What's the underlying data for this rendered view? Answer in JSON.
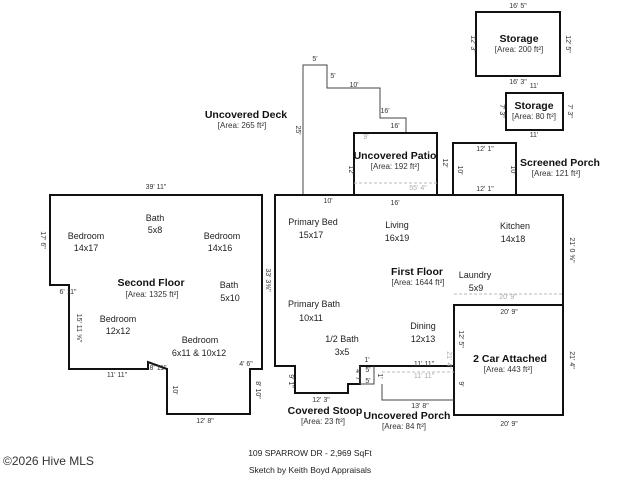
{
  "areas": {
    "storage_200": {
      "title": "Storage",
      "area": "[Area: 200 ft²]"
    },
    "storage_80": {
      "title": "Storage",
      "area": "[Area: 80 ft²]"
    },
    "uncovered_deck": {
      "title": "Uncovered Deck",
      "area": "[Area: 265 ft²]"
    },
    "uncovered_patio": {
      "title": "Uncovered Patio",
      "area": "[Area: 192 ft²]"
    },
    "screened_porch": {
      "title": "Screened Porch",
      "area": "[Area: 121 ft²]"
    },
    "second_floor": {
      "title": "Second Floor",
      "area": "[Area: 1325 ft²]"
    },
    "first_floor": {
      "title": "First Floor",
      "area": "[Area: 1644 ft²]"
    },
    "garage": {
      "title": "2 Car Attached",
      "area": "[Area: 443 ft²]"
    },
    "covered_stoop": {
      "title": "Covered Stoop",
      "area": "[Area: 23 ft²]"
    },
    "uncovered_porch": {
      "title": "Uncovered Porch",
      "area": "[Area: 84 ft²]"
    }
  },
  "rooms": {
    "sf_bath_top": {
      "name": "Bath",
      "size": "5x8"
    },
    "sf_bedroom_1": {
      "name": "Bedroom",
      "size": "14x17"
    },
    "sf_bedroom_2": {
      "name": "Bedroom",
      "size": "14x16"
    },
    "sf_bath_right": {
      "name": "Bath",
      "size": "5x10"
    },
    "sf_bedroom_3": {
      "name": "Bedroom",
      "size": "12x12"
    },
    "sf_bedroom_4": {
      "name": "Bedroom",
      "size": "6x11 & 10x12"
    },
    "primary_bed": {
      "name": "Primary Bed",
      "size": "15x17"
    },
    "living": {
      "name": "Living",
      "size": "16x19"
    },
    "kitchen": {
      "name": "Kitchen",
      "size": "14x18"
    },
    "laundry": {
      "name": "Laundry",
      "size": "5x9"
    },
    "primary_bath": {
      "name": "Primary Bath",
      "size": "10x11"
    },
    "half_bath": {
      "name": "1/2 Bath",
      "size": "3x5"
    },
    "dining": {
      "name": "Dining",
      "size": "12x13"
    }
  },
  "dimensions": {
    "storage_top": "16' 5\"",
    "storage_left": "12' 3\"",
    "storage_right": "12' 5\"",
    "storage_bottom": "16' 3\"",
    "storage2_top": "11'",
    "storage2_left": "7' 3\"",
    "storage2_right": "7' 3\"",
    "storage2_bottom": "11'",
    "deck_5_top": "5'",
    "deck_5_side": "5'",
    "deck_10": "10'",
    "deck_16_small": "16'",
    "deck_16": "16'",
    "deck_25": "25'",
    "deck_12": "12'",
    "deck_10_bottom": "10'",
    "patio_12": "12'",
    "patio_gray": "55' 4\"",
    "patio_9": "9'",
    "porch_top": "12' 1\"",
    "porch_bottom": "12' 1\"",
    "porch_left": "10'",
    "porch_right": "10'",
    "ff_16_bottom": "16'",
    "sf_top": "39' 11\"",
    "sf_left_top": "17' 6\"",
    "sf_left_mid": "6' 11\"",
    "sf_left_low": "15' 11 ⅝\"",
    "sf_bottom_left": "11' 11\"",
    "sf_bottom_mid": "8' 11\"",
    "sf_notch_left": "10'",
    "sf_notch_right": "8' 10\"",
    "sf_bottom_right": "4' 6\"",
    "sf_bottom": "12' 8\"",
    "ff_left": "33' 3⅜\"",
    "ff_left_low": "9' 1\"",
    "ff_bottom": "12' 3\"",
    "stoop_top": "1'",
    "stoop_left": "4' 7\"",
    "stoop_mid_a": "5'",
    "stoop_mid_b": "5'",
    "stoop_right": "1'",
    "porch_dim_a": "11' 11\"",
    "porch_dim_gray": "11' 11\"",
    "porch_dim_b": "13' 8\"",
    "ff_right": "21' 0 ⅝\"",
    "laundry_gray": "20' 9\"",
    "garage_top": "20' 9\"",
    "garage_left": "12' 5\"",
    "garage_left_gray": "21' 4\"",
    "garage_left_low": "9'",
    "garage_right": "21' 4\"",
    "garage_bottom": "20' 9\""
  },
  "footer": {
    "address": "109 SPARROW DR - 2,969 SqFt",
    "sketch": "Sketch by Keith Boyd Appraisals"
  },
  "watermark": "©2026 Hive MLS"
}
